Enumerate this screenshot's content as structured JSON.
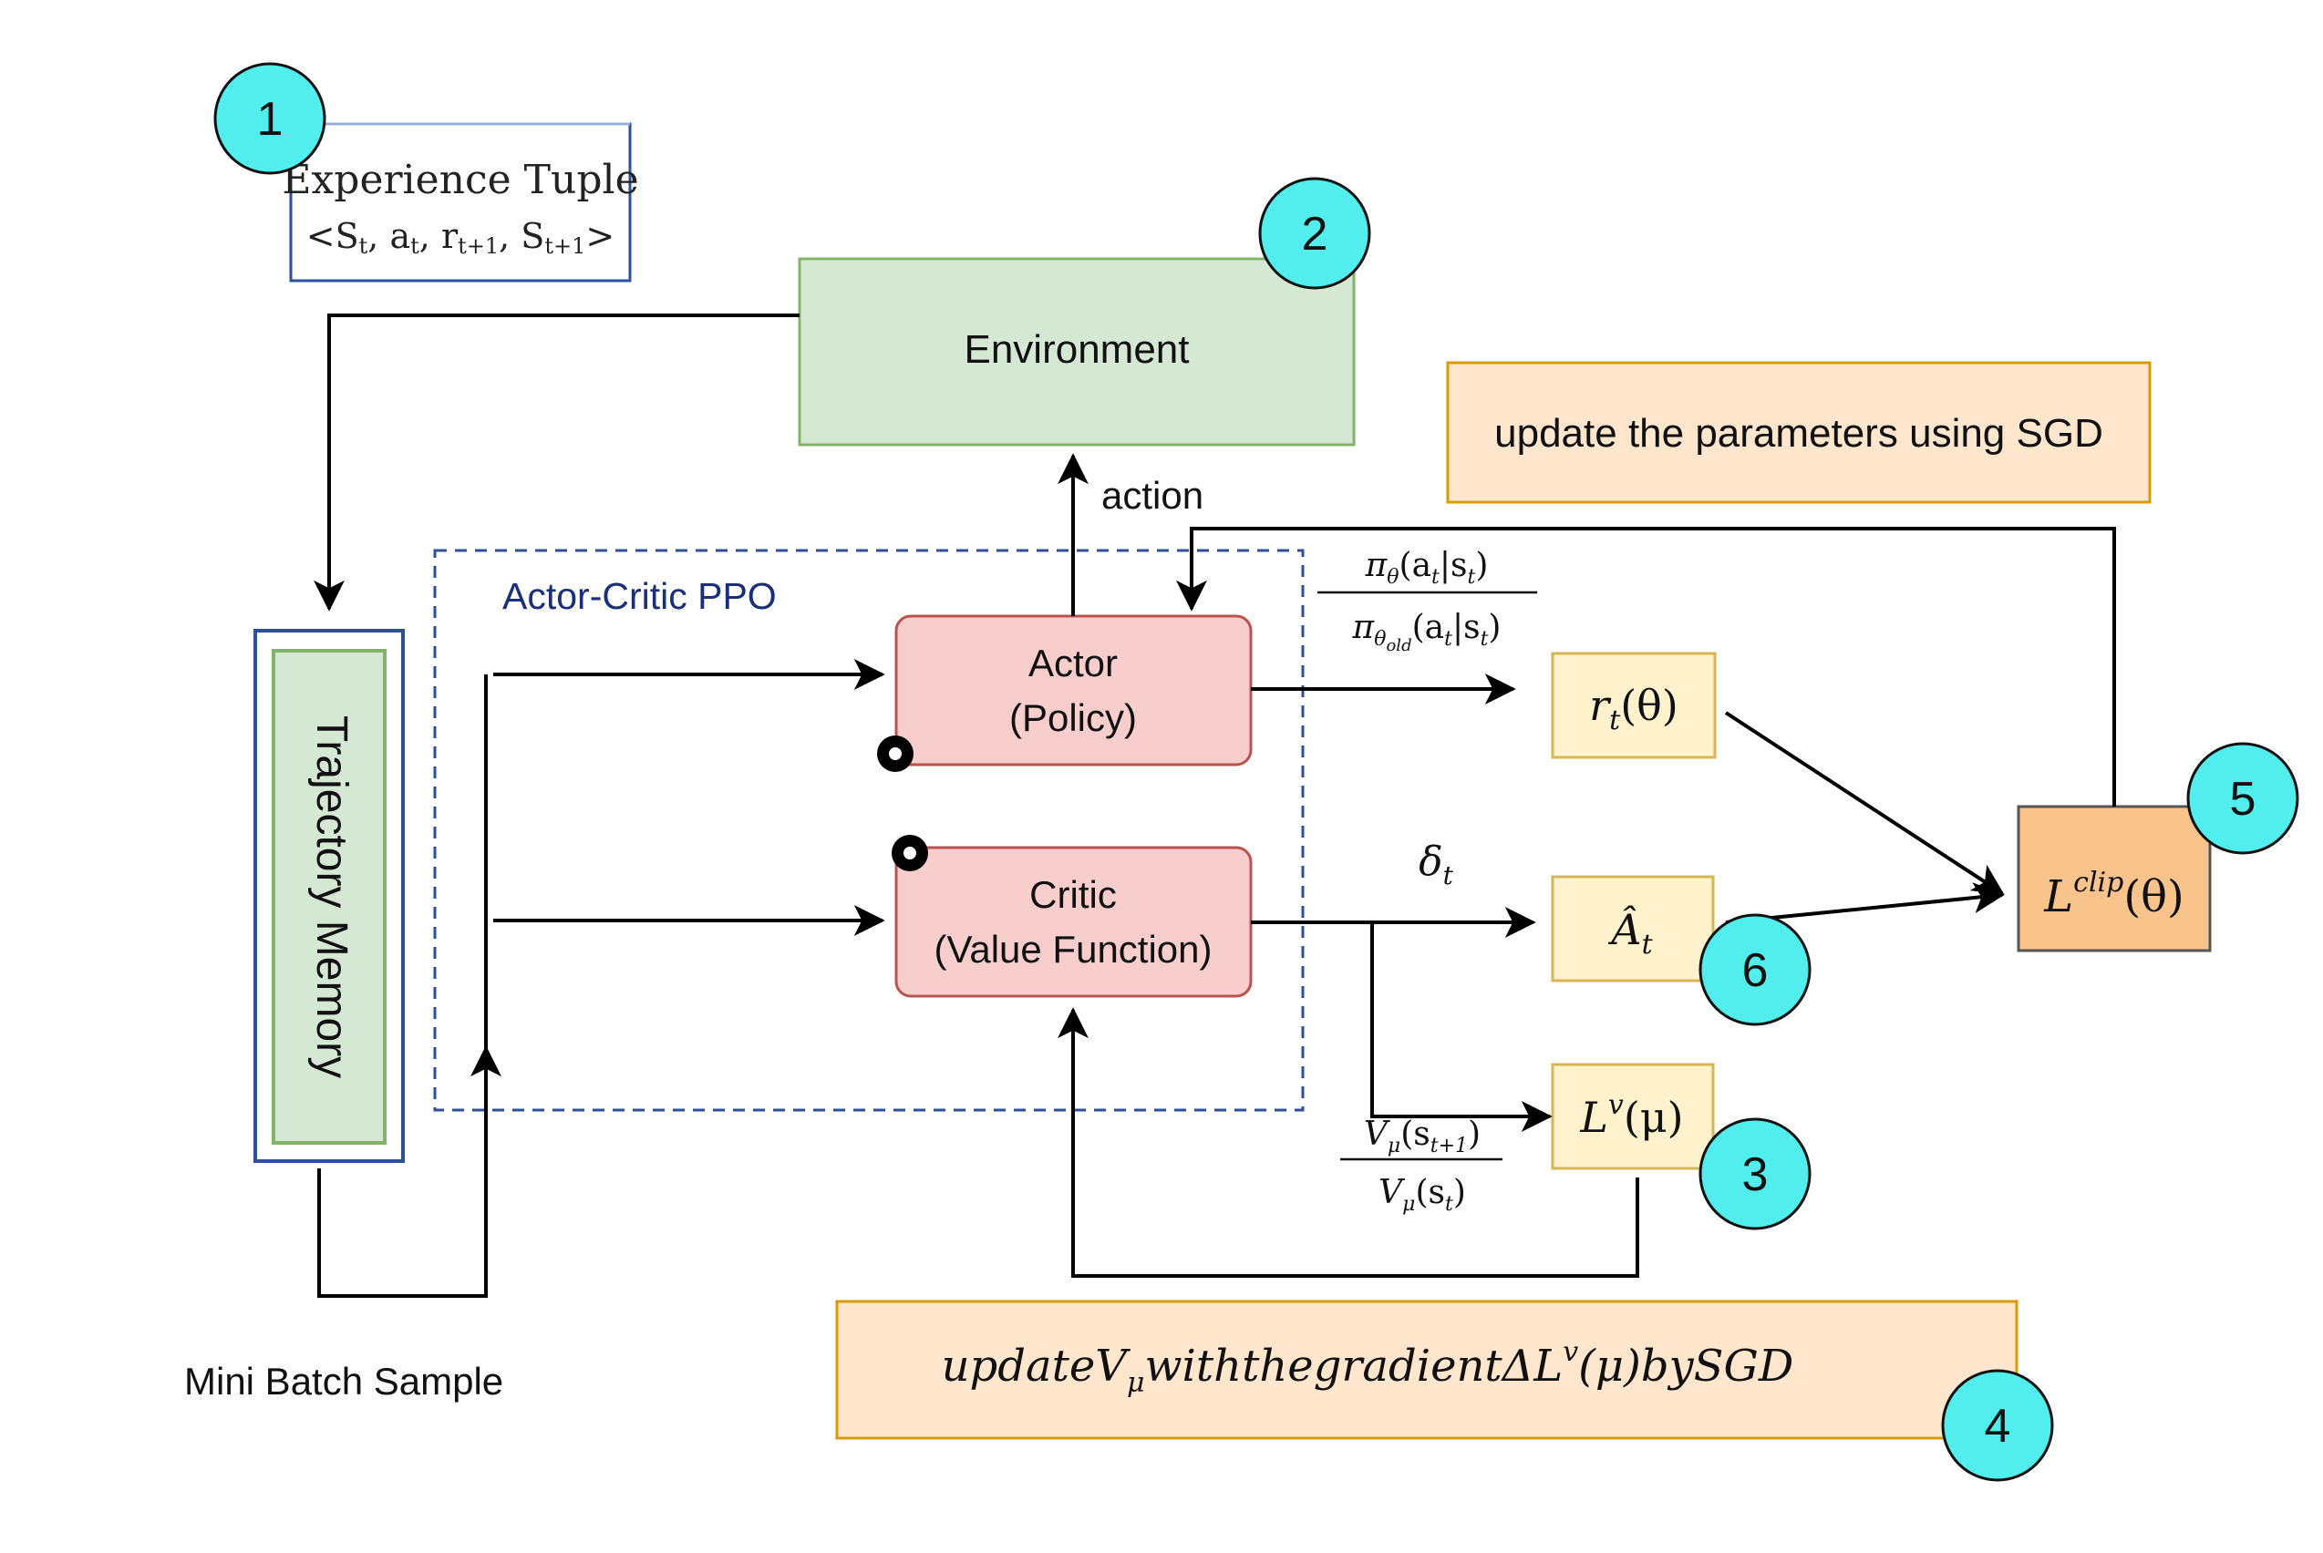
{
  "experience_tuple": {
    "title": "Experience Tuple",
    "tuple_open": "<S",
    "s_sub": "t",
    "a": ", a",
    "a_sub": "t",
    "r": ", r",
    "r_sub": "t+1",
    "s2": ", S",
    "s2_sub": "t+1",
    "tuple_close": ">"
  },
  "environment": {
    "label": "Environment"
  },
  "action_label": "action",
  "update_sgd": {
    "label": "update the parameters using SGD"
  },
  "ppo_region": {
    "label": "Actor-Critic PPO"
  },
  "actor": {
    "line1": "Actor",
    "line2": "(Policy)"
  },
  "critic": {
    "line1": "Critic",
    "line2": "(Value Function)"
  },
  "trajectory_memory": {
    "label": "Trajectory Memory"
  },
  "mini_batch_label": "Mini Batch Sample",
  "ratio_formula": {
    "num_pi": "π",
    "num_sub": "θ",
    "num_rest": "(a",
    "num_a_sub": "t",
    "num_mid": "|s",
    "num_s_sub": "t",
    "num_close": ")",
    "den_pi": "π",
    "den_sub": "θ",
    "den_subsub": "old",
    "den_rest": "(a",
    "den_a_sub": "t",
    "den_mid": "|s",
    "den_s_sub": "t",
    "den_close": ")"
  },
  "delta_label": {
    "sym": "δ",
    "sub": "t"
  },
  "value_ratio": {
    "num_v": "V",
    "num_sub": "μ",
    "num_rest": "(s",
    "num_s_sub": "t+1",
    "num_close": ")",
    "den_v": "V",
    "den_sub": "μ",
    "den_rest": "(s",
    "den_s_sub": "t",
    "den_close": ")"
  },
  "rt_box": {
    "base": "r",
    "sub": "t",
    "rest": "(θ)"
  },
  "at_box": {
    "base": "Â",
    "sub": "t"
  },
  "lv_box": {
    "base": "L",
    "sup": "v",
    "rest": "(μ)"
  },
  "lclip_box": {
    "base": "L",
    "sup": "clip",
    "rest": "(θ)"
  },
  "update_v_box": {
    "part1": "updateV",
    "sub": "μ",
    "part2": "withthegradientΔL",
    "sup": "v",
    "part3": "(μ)bySGD"
  },
  "markers": [
    "1",
    "2",
    "3",
    "4",
    "5",
    "6"
  ],
  "colors": {
    "environment_fill": "#d5e8d4",
    "environment_stroke": "#82b366",
    "actor_critic_fill": "#f8cecc",
    "actor_critic_stroke": "#b85450",
    "yellow_fill": "#fff2cc",
    "yellow_stroke": "#d6b656",
    "orange_light_fill": "#ffe6cc",
    "orange_stroke": "#d79b00",
    "lclip_fill": "#f9c48c",
    "memory_stroke": "#2e4f9c",
    "ppo_dash": "#2e4f9c",
    "marker_fill": "#52eded",
    "arrow": "#000000"
  }
}
